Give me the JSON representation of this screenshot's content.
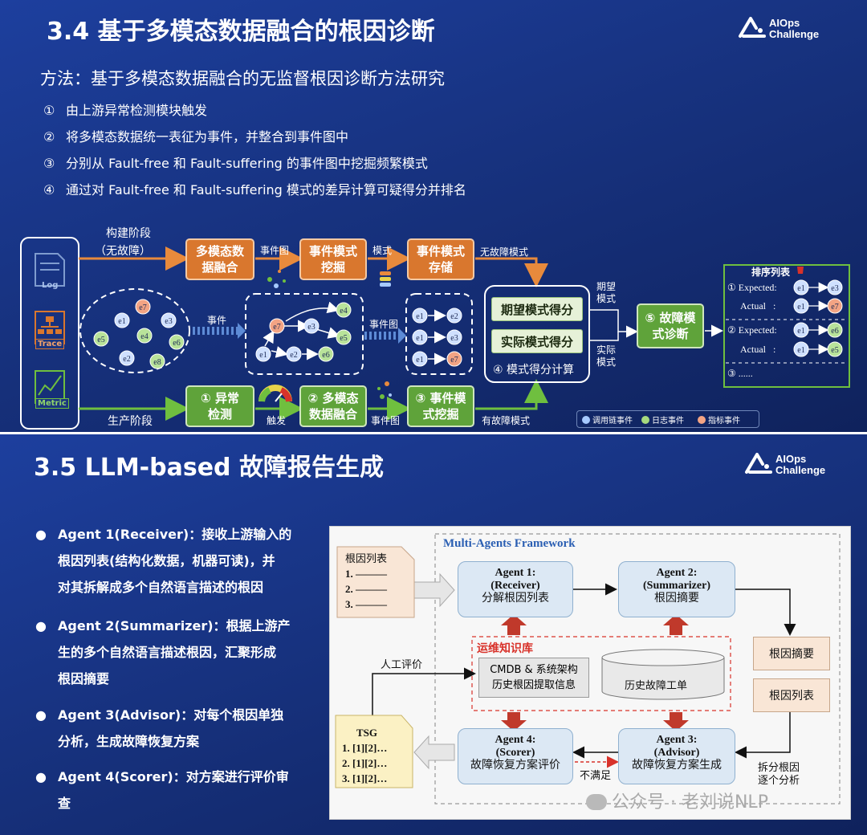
{
  "s1": {
    "title": "3.4 基于多模态数据融合的根因诊断",
    "method": "方法：基于多模态数据融合的无监督根因诊断方法研究",
    "steps": [
      {
        "num": "①",
        "text": "由上游异常检测模块触发"
      },
      {
        "num": "②",
        "text": "将多模态数据统一表征为事件，并整合到事件图中"
      },
      {
        "num": "③",
        "text": "分别从 Fault-free 和 Fault-suffering 的事件图中挖掘频繁模式"
      },
      {
        "num": "④",
        "text": "通过对 Fault-free 和 Fault-suffering 模式的差异计算可疑得分并排名"
      }
    ],
    "diagram": {
      "inputs": [
        "Log",
        "Trace",
        "Metric"
      ],
      "build_stage": "构建阶段",
      "no_fault": "（无故障）",
      "box_fusion": "多模态数据融合",
      "lbl_event_graph": "事件图",
      "box_mine": "事件模式挖掘",
      "lbl_pattern": "模式",
      "box_store": "事件模式存储",
      "lbl_fault_free_pattern": "无故障模式",
      "lbl_event": "事件",
      "lbl_event_graph2": "事件图",
      "box_expected": "期望模式得分",
      "box_actual": "实际模式得分",
      "score_calc": "④ 模式得分计算",
      "lbl_expected_pattern": "期望模式",
      "lbl_actual_pattern": "实际模式",
      "box_diagnosis": "⑤ 故障模式诊断",
      "rank_title": "排序列表",
      "rank_1_expected": "① Expected:",
      "rank_1_actual": "Actual   :",
      "rank_2_expected": "② Expected:",
      "rank_2_actual": "Actual   :",
      "rank_3": "③ ......",
      "prod_stage": "生产阶段",
      "box_anomaly": "① 异常检测",
      "lbl_trigger": "触发",
      "box_fusion2": "② 多模态数据融合",
      "lbl_event_graph3": "事件图",
      "box_mine2": "③ 事件模式挖掘",
      "lbl_fault_pattern": "有故障模式",
      "legend": [
        "调用链事件",
        "日志事件",
        "指标事件"
      ]
    }
  },
  "s2": {
    "title": "3.5 LLM-based 故障报告生成",
    "bullets": [
      {
        "line1": "Agent 1(Receiver)：接收上游输入的",
        "line2": "根因列表(结构化数据，机器可读)，并",
        "line3": "对其拆解成多个自然语言描述的根因"
      },
      {
        "line1": "Agent 2(Summarizer)：根据上游产",
        "line2": "生的多个自然语言描述根因，汇聚形成",
        "line3": "根因摘要"
      },
      {
        "line1": "Agent 3(Advisor)：对每个根因单独",
        "line2": "分析，生成故障恢复方案"
      },
      {
        "line1": "Agent 4(Scorer)：对方案进行评价审",
        "line2": "查"
      }
    ],
    "framework": {
      "title": "Multi-Agents Framework",
      "input_doc": {
        "title": "根因列表",
        "items": [
          "1. ———",
          "2. ———",
          "3. ———"
        ]
      },
      "agent1": {
        "name": "Agent 1:",
        "role": "(Receiver)",
        "desc": "分解根因列表"
      },
      "agent2": {
        "name": "Agent 2:",
        "role": "(Summarizer)",
        "desc": "根因摘要"
      },
      "agent3": {
        "name": "Agent 3:",
        "role": "(Advisor)",
        "desc": "故障恢复方案生成"
      },
      "agent4": {
        "name": "Agent 4:",
        "role": "(Scorer)",
        "desc": "故障恢复方案评价"
      },
      "kb_title": "运维知识库",
      "kb_item1_l1": "CMDB & 系统架构",
      "kb_item1_l2": "历史根因提取信息",
      "kb_item2": "历史故障工单",
      "summary_doc": "根因摘要",
      "list_doc": "根因列表",
      "split_l1": "拆分根因",
      "split_l2": "逐个分析",
      "manual_eval": "人工评价",
      "not_satisfied": "不满足",
      "tsg": {
        "title": "TSG",
        "items": [
          "1. [1][2]…",
          "2. [1][2]…",
          "3. [1][2]…"
        ]
      }
    },
    "watermark": "公众号 · 老刘说NLP"
  },
  "logo": {
    "line1": "AIOps",
    "line2": "Challenge"
  },
  "colors": {
    "slide_bg": "#17327f",
    "orange": "#d9772e",
    "green": "#5fa33a",
    "agent_blue": "#dce8f4",
    "doc_peach": "#f9e6d6",
    "kb_red": "#d8322a"
  }
}
